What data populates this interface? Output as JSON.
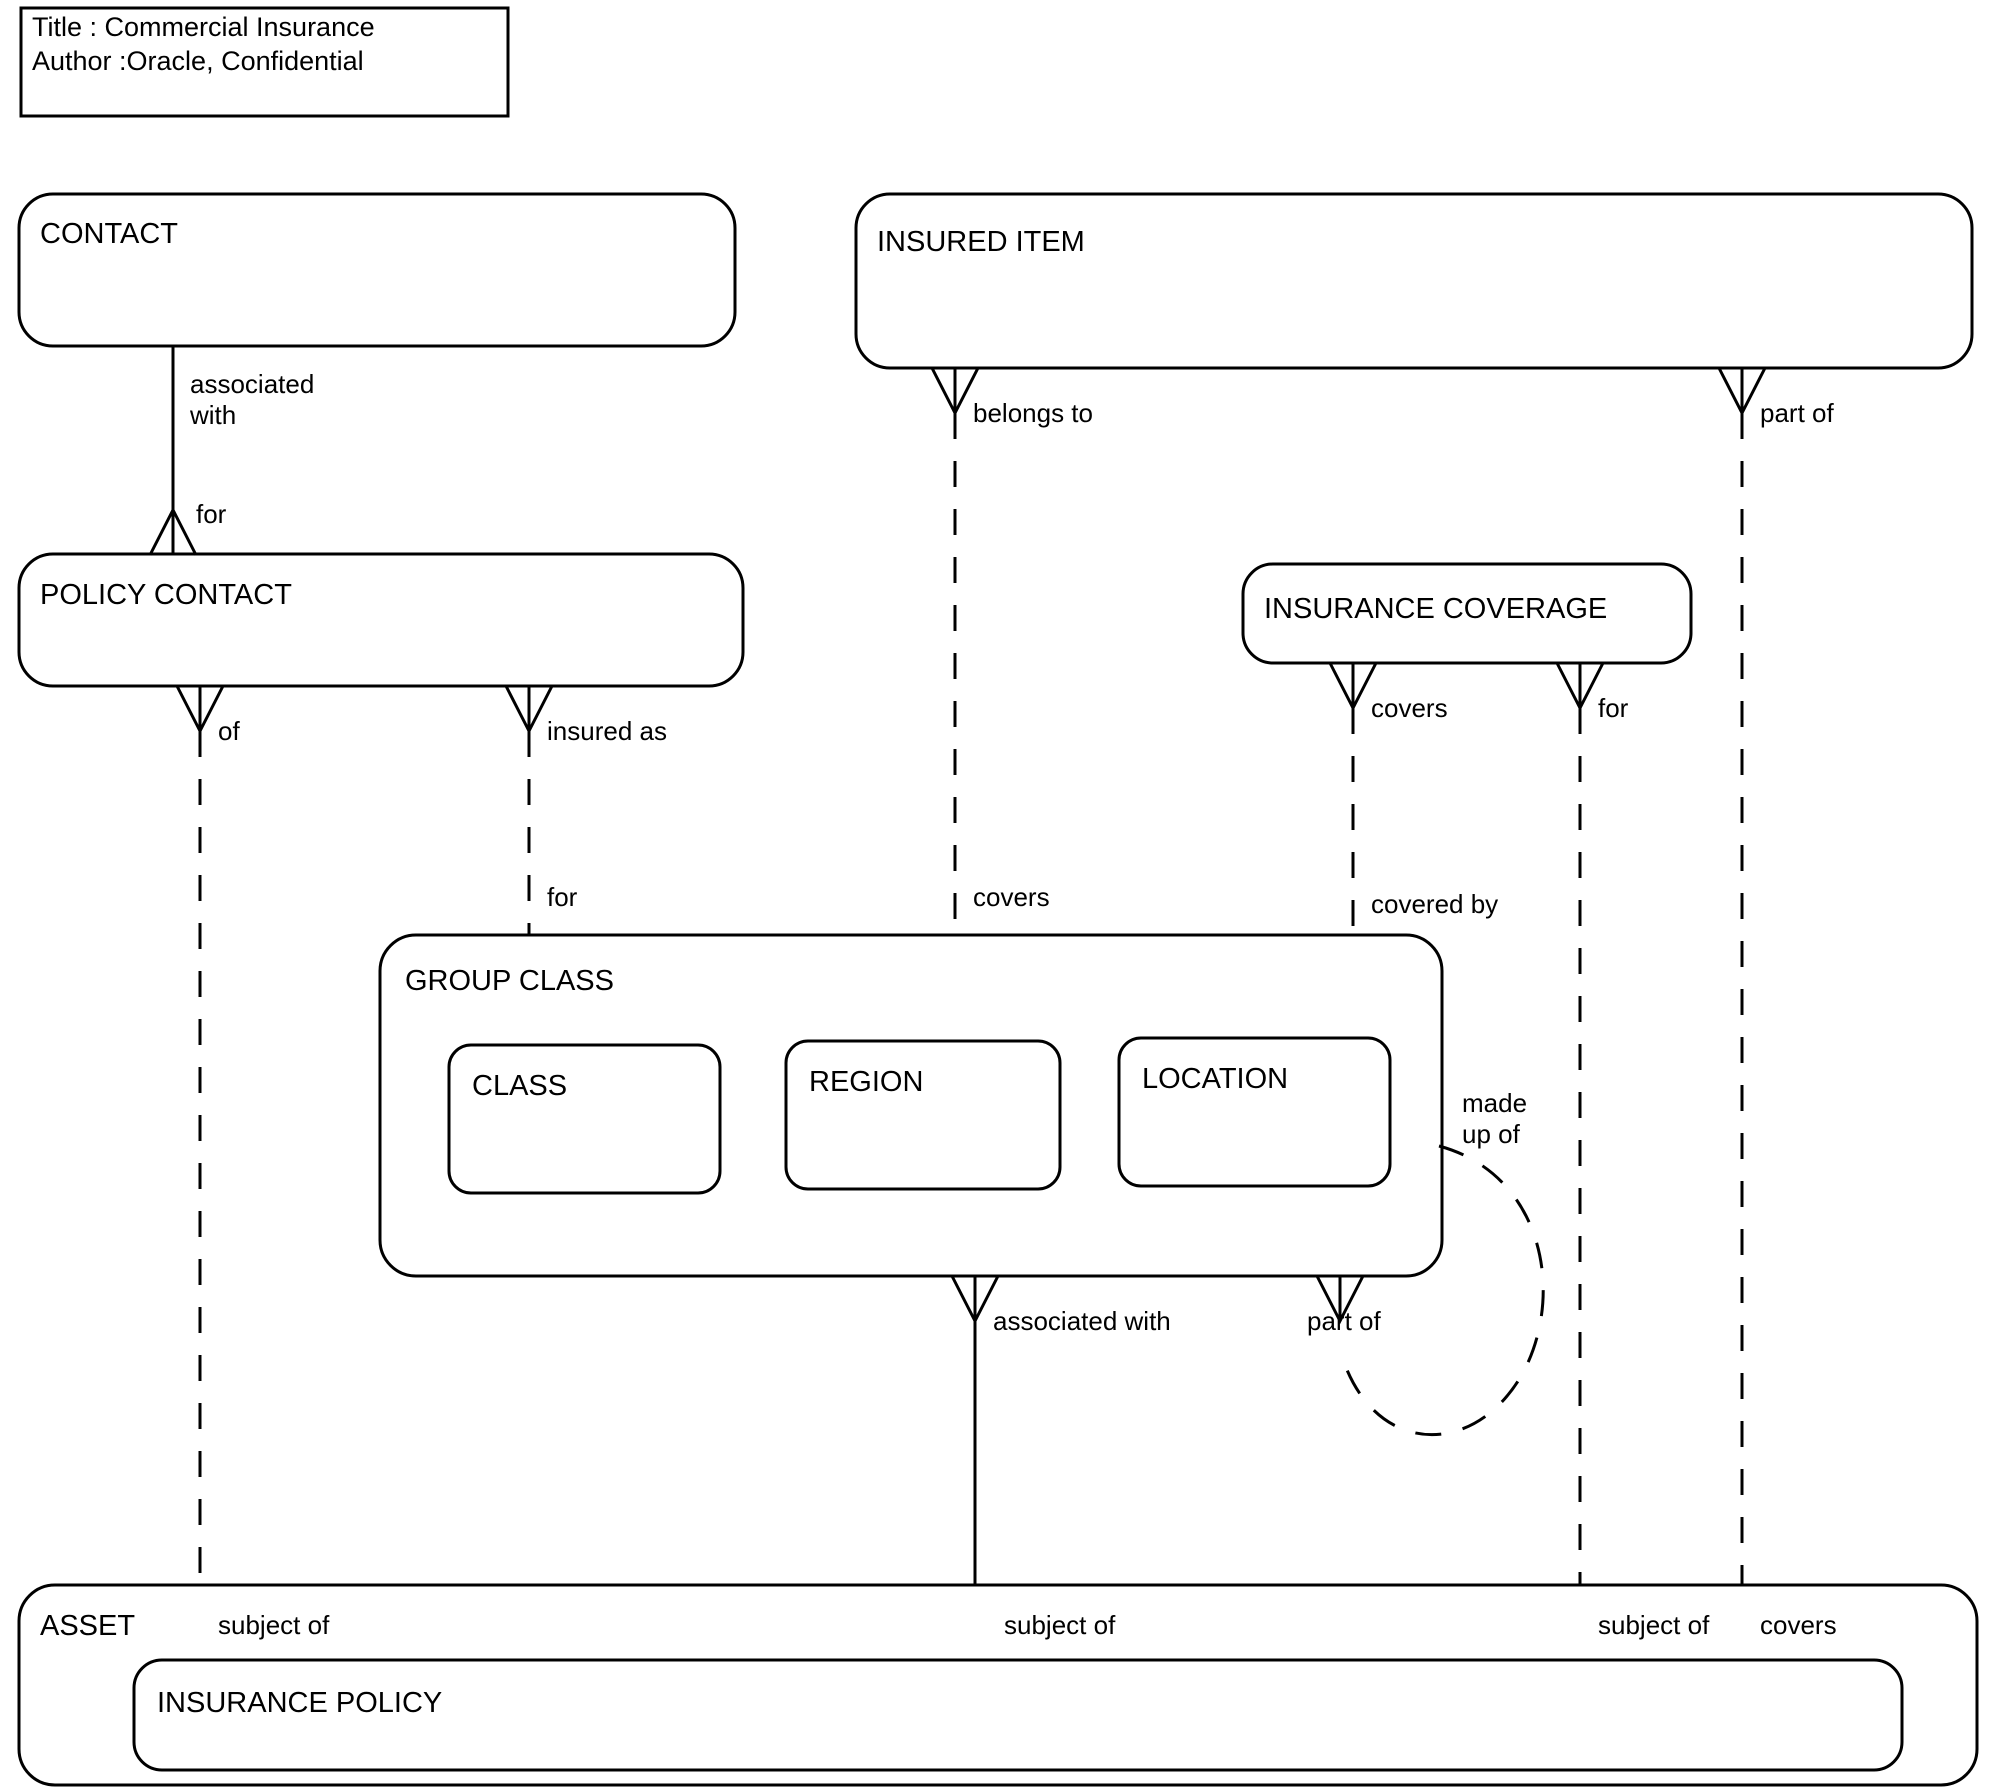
{
  "diagram": {
    "title_block": {
      "line1": "Title : Commercial Insurance",
      "line2": "Author :Oracle, Confidential"
    },
    "entities": {
      "contact": "CONTACT",
      "insured_item": "INSURED ITEM",
      "policy_contact": "POLICY CONTACT",
      "insurance_coverage": "INSURANCE COVERAGE",
      "group_class": "GROUP CLASS",
      "class": "CLASS",
      "region": "REGION",
      "location": "LOCATION",
      "asset": "ASSET",
      "insurance_policy": "INSURANCE POLICY"
    },
    "relationship_labels": {
      "contact_associated_with_1": "associated",
      "contact_associated_with_2": "with",
      "policy_contact_for": "for",
      "policy_contact_of": "of",
      "policy_contact_insured_as": "insured as",
      "group_class_for": "for",
      "insured_item_belongs_to": "belongs to",
      "insured_item_covers": "covers",
      "insured_item_part_of": "part of",
      "coverage_covers": "covers",
      "coverage_for": "for",
      "coverage_covered_by": "covered by",
      "group_made_up_of_1": "made",
      "group_made_up_of_2": "up of",
      "group_associated_with": "associated with",
      "group_part_of": "part of",
      "asset_subject_of_left": "subject of",
      "asset_subject_of_mid": "subject of",
      "asset_subject_of_right": "subject of",
      "asset_covers": "covers"
    }
  }
}
